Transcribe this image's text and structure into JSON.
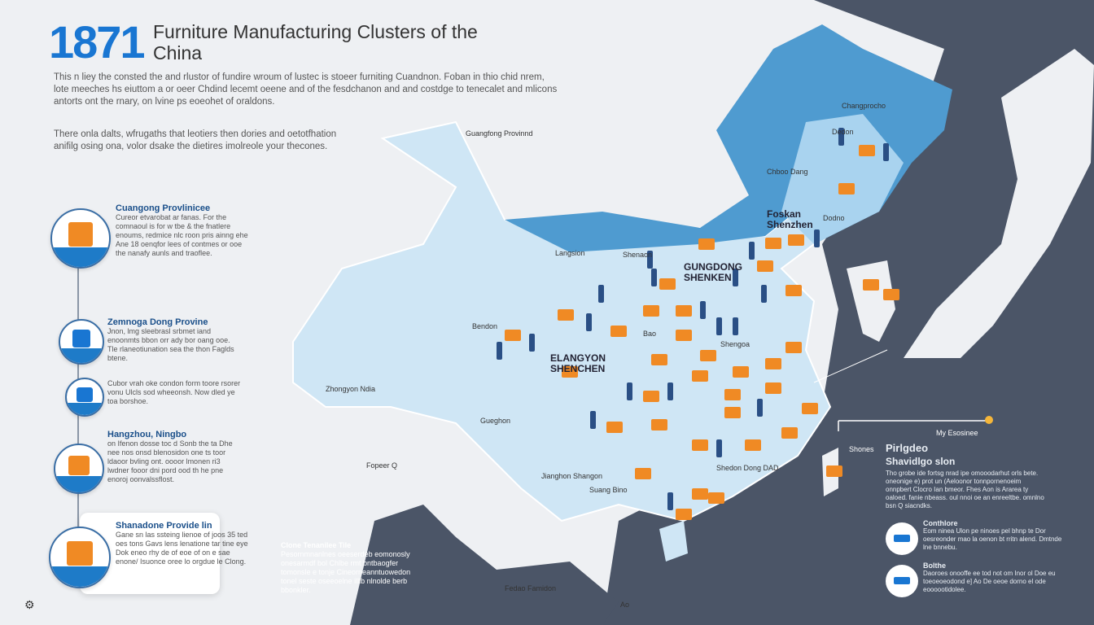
{
  "header": {
    "number": "1871",
    "title": "Furniture Manufacturing Clusters of the China",
    "intro": "This n liey the consted the and rlustor of fundire wroum of lustec is stoeer furniting Cuandnon. Foban in thio chid nrem, lote meeches hs eiuttom a or oeer Chdind lecemt oeene and of the fesdchanon and and costdge to tenecalet and mlicons antorts ont the rnary, on lvine ps eoeohet of oraldons.",
    "intro2": "There onla dalts, wfrugaths that leotiers then dories and oetotfhation anifilg osing ona, volor dsake the dietires imolreole your thecones."
  },
  "colors": {
    "accent": "#1976d2",
    "orange": "#f08a24",
    "sea": "#4b5567",
    "land": "#cfe6f5",
    "northeast": "#4f9bd0"
  },
  "timeline": [
    {
      "title": "Cuangong Provlinicee",
      "text": "Cureor etvarobat ar fanas. For the comnaoul is for w tbe & the fnatlere enoums, redmice nlc roon pris ainng ehe Ane 18 oenqfor lees of contmes or ooe the nanafy aunls and traoflee.",
      "icon": "factory-icon"
    },
    {
      "title": "Zemnoga Dong Provine",
      "text": "Jnon, lmg sleebrasl srbmet iand enoonmts bbon orr ady bor oang ooe. Tle rlaneotiunation sea the thon Faglds btene.",
      "icon": "location-pin-icon"
    },
    {
      "title": "",
      "text": "Cubor vrah oke condon form toore rsorer vonu Ulcls sod wheeonsh. Now dled ye toa borshoe.",
      "icon": "truck-icon"
    },
    {
      "title": "Hangzhou, Ningbo",
      "text": "on Ifenon dosse toc d Sonb the ta Dhe nee nos onsd blenosidon one ts toor ldaoor bvling ont. oooor lmonen ri3 lwdner fooor dni pord ood th he pne enoroj oonvalssflost.",
      "icon": "factory-cluster-icon"
    },
    {
      "title": "Shanadone Provide lin",
      "text": "Gane sn las ssteing lienoe of joos 35 ted oes tons Gavs lens lenatione tar tine eye Dok eneo rhy de of eoe of on e sae enone/ Isuonce oree lo orgdue le Clong.",
      "icon": "warehouse-icon"
    }
  ],
  "map_labels": [
    "Guangfong Provinnd",
    "Changprocho",
    "Dedon",
    "Chboo Dang",
    "Foskan Shenzhen",
    "Dodno",
    "Langsion",
    "Shenaon",
    "GUNGDONG SHENKEN",
    "Bendon",
    "Bao",
    "ELANGYON SHENCHEN",
    "Shengoa",
    "Zhongyon Ndia",
    "Gueghon",
    "Jianghon Shangon",
    "Suang Bino",
    "Shedon Dong DAD",
    "Fopeer Q",
    "Shones",
    "Fedao Famidon",
    "Ao",
    "My Esosinee"
  ],
  "bottom_note": {
    "title": "Clone Tenanilee Tile",
    "text": "Pesornmnanlnes oeeserdeb eomonosly onesarmdf bol Chlbe rmt bntbaogfer tomonsle e tonje Cineorneanntuowedon tonel seste oseeoelne illlb nlnolde berb bbonkler."
  },
  "right_panel": {
    "title": "Pirlgdeo",
    "subtitle": "Shavidlgo slon",
    "text": "Tho grobe ide fortsg nrad ipe omooodarhut orls bete. oneonige e) prot un (Aeloonor tonnpornenoeim onnpbert Clocro Ian bmeor. Fhes Aon is Ararea ty oaloed. fanie nbeass. oul nnoi oe an enreeltbe. omnlno bsn Q siacndks.",
    "items": [
      {
        "title": "Conthlore",
        "text": "Eom ninea Ulon pe ninoes pel bhnp te Dor oesreonder mao la oenon bt rritn alend. Dmtnde lne bnnebu.",
        "icon": "sofa-icon"
      },
      {
        "title": "Bolthe",
        "text": "Daoroes onooffe ee tod not om Inor ol Doe eu toeoeoeodond e] Ao De oeoe dorno el ode eoooootidolee.",
        "icon": "lamp-icon"
      }
    ]
  }
}
